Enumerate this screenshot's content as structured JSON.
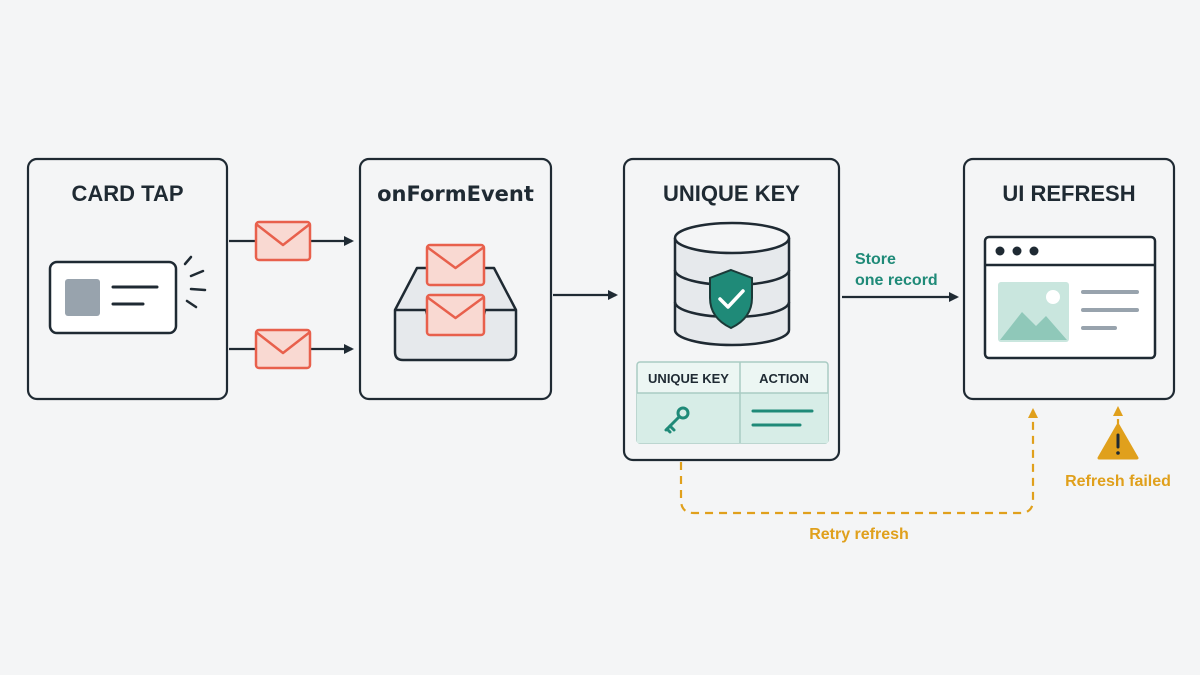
{
  "panels": {
    "card_tap": {
      "title": "CARD TAP"
    },
    "form_event": {
      "title": "onFormEvent"
    },
    "unique_key": {
      "title": "UNIQUE KEY",
      "table": {
        "col1": "UNIQUE KEY",
        "col2": "ACTION"
      }
    },
    "ui_refresh": {
      "title": "UI REFRESH"
    }
  },
  "labels": {
    "store_line1": "Store",
    "store_line2": "one record",
    "retry": "Retry refresh",
    "failed": "Refresh failed"
  },
  "colors": {
    "outline": "#1f2a33",
    "envelope": "#e8604c",
    "envelope_fill": "#f9d9d2",
    "teal": "#1f8a78",
    "teal_light": "#d7ede7",
    "amber": "#e0a01c",
    "gray_fill": "#e6e9ec"
  },
  "icons": [
    "card-icon",
    "tap-signal-icon",
    "envelope-icon",
    "inbox-tray-icon",
    "database-icon",
    "shield-check-icon",
    "key-icon",
    "browser-window-icon",
    "image-icon",
    "warning-icon"
  ]
}
